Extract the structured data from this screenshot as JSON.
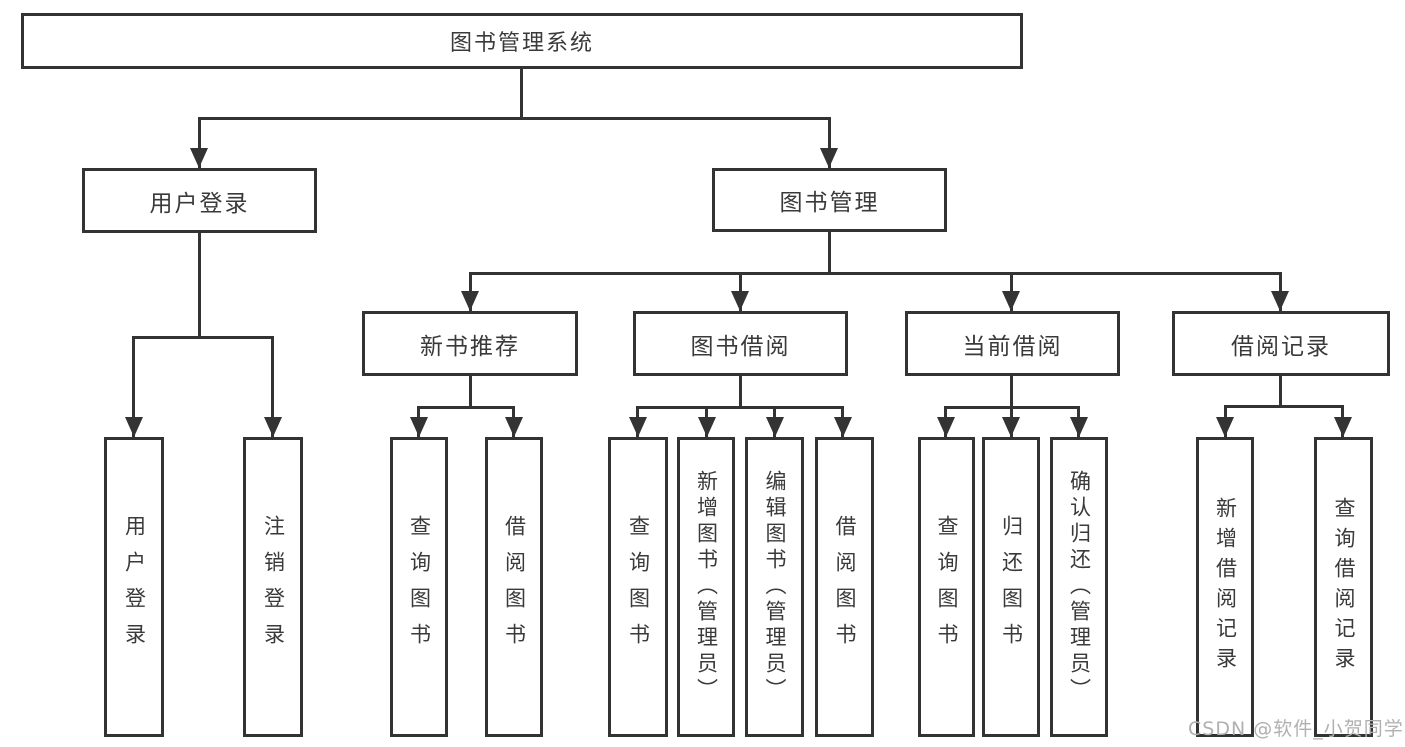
{
  "diagram": {
    "root": {
      "label": "图书管理系统"
    },
    "level2": [
      {
        "label": "用户登录"
      },
      {
        "label": "图书管理"
      }
    ],
    "level3": [
      {
        "label": "新书推荐"
      },
      {
        "label": "图书借阅"
      },
      {
        "label": "当前借阅"
      },
      {
        "label": "借阅记录"
      }
    ],
    "leaves": {
      "user": [
        "用户登录",
        "注销登录"
      ],
      "newbook": [
        "查询图书",
        "借阅图书"
      ],
      "borrow": [
        "查询图书",
        "新增图书（管理员）",
        "编辑图书（管理员）",
        "借阅图书"
      ],
      "current": [
        "查询图书",
        "归还图书",
        "确认归还（管理员）"
      ],
      "records": [
        "新增借阅记录",
        "查询借阅记录"
      ]
    },
    "watermark": "CSDN @软件_小贺同学",
    "colors": {
      "line": "#333333",
      "text": "#3a3a3a",
      "watermark": "#b0b0b0",
      "background": "#ffffff"
    }
  }
}
